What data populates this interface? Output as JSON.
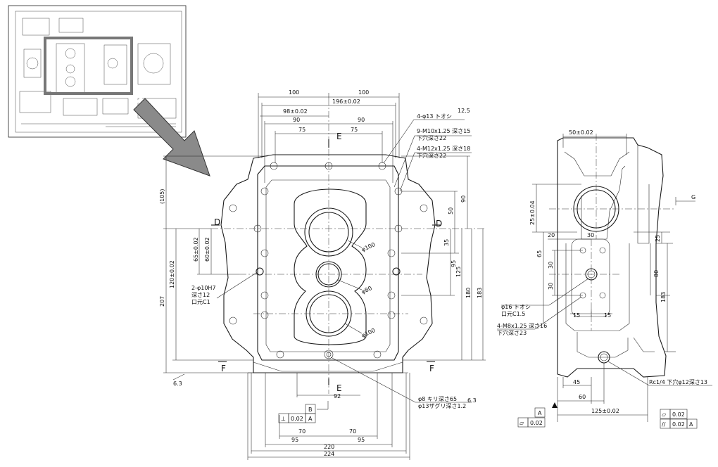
{
  "front_view": {
    "top_dims": {
      "d100_left": "100",
      "d100_right": "100",
      "d196": "196±0.02",
      "d98": "98±0.02",
      "d90_left": "90",
      "d90_right": "90",
      "d75_left": "75",
      "d75_right": "75"
    },
    "left_dims": {
      "d105": "(105)",
      "d120": "120±0.02",
      "d65": "65±0.02",
      "d60": "60±0.02",
      "d207": "207"
    },
    "right_dims": {
      "d90": "90",
      "d50": "50",
      "d35": "35",
      "d95": "95",
      "d125": "125",
      "d180": "180",
      "d183": "183"
    },
    "bottom_dims": {
      "d92": "92",
      "d70_left": "70",
      "d70_right": "70",
      "d95_left": "95",
      "d95_right": "95",
      "d220": "220",
      "d224": "224"
    },
    "section_marks": {
      "e_top": "E",
      "e_bottom": "E",
      "d_left": "D",
      "d_right": "D",
      "f_left": "F",
      "f_right": "F"
    },
    "callouts": {
      "holes13": "4-φ13 トオシ",
      "m10_line1": "9-M10x1.25 深さ15",
      "m10_line2": "下穴深さ22",
      "m12_line1": "4-M12x1.25 深さ18",
      "m12_line2": "下穴深さ22",
      "pin_line1": "2-φ10H7",
      "pin_line2": "深さ12",
      "pin_line3": "口元C1",
      "drill_line1": "φ8 キリ深さ65",
      "drill_line2": "φ13ザグリ深さ1.2",
      "bore100_top": "φ100",
      "bore80": "φ80",
      "bore100_bottom": "φ100",
      "surf_top": "12.5",
      "surf_right": "6.3",
      "surf_left": "6.3"
    },
    "datum_b": "B",
    "tolerance_frame": {
      "symbol": "⊥",
      "value": "0.02",
      "datum": "A"
    }
  },
  "side_view": {
    "dims": {
      "d50": "50±0.02",
      "d25": "25±0.04",
      "d20": "20",
      "d30_top": "30",
      "d65": "65",
      "d30_mid": "30",
      "d30_low": "30",
      "d25_right": "25",
      "d80": "80",
      "d183": "183",
      "d15_left": "15",
      "d15_right": "15",
      "d45": "45",
      "d60": "60",
      "d125": "125±0.02"
    },
    "section_g": "G",
    "callouts": {
      "h16_line1": "φ16 トオシ",
      "h16_line2": "口元C1.5",
      "m8_line1": "4-M8x1.25 深さ16",
      "m8_line2": "下穴深さ23",
      "rc": "Rc1/4 下穴φ12深さ13"
    },
    "datum_a": "A",
    "flatness_left": {
      "symbol": "▱",
      "value": "0.02"
    },
    "flatness_right": {
      "symbol": "▱",
      "value": "0.02"
    },
    "parallel_right": {
      "symbol": "//",
      "value": "0.02",
      "datum": "A"
    }
  },
  "colors": {
    "line": "#1a1a1a",
    "arrow_fill": "#8a8a8a",
    "thumb_frame": "#777777"
  }
}
